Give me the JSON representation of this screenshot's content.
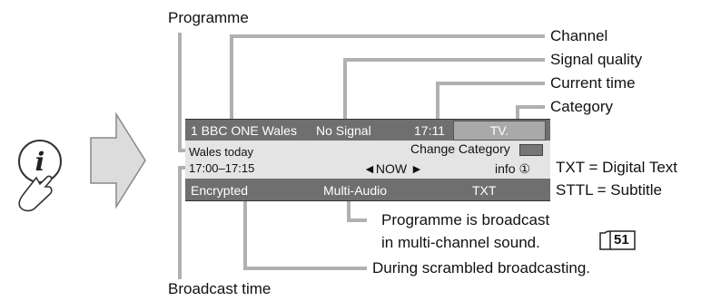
{
  "labels": {
    "programme": "Programme",
    "channel": "Channel",
    "signal_quality": "Signal quality",
    "current_time": "Current time",
    "category": "Category",
    "txt_note": "TXT   = Digital Text",
    "sttl_note": "STTL = Subtitle",
    "multi_channel_line1": "Programme is broadcast",
    "multi_channel_line2": "in multi-channel sound.",
    "page_ref": "51",
    "scrambled": "During scrambled broadcasting.",
    "broadcast_time": "Broadcast time"
  },
  "banner": {
    "channel": "1 BBC ONE Wales",
    "signal": "No Signal",
    "time": "17:11",
    "category": "TV.",
    "programme": "Wales today",
    "change_category": "Change Category",
    "broadcast_time": "17:00–17:15",
    "now": "◄NOW ►",
    "info": "info ①",
    "encrypted": "Encrypted",
    "multi_audio": "Multi-Audio",
    "txt": "TXT"
  },
  "icons": {
    "info_button": "info-hand-icon",
    "arrow": "right-arrow-icon"
  },
  "colors": {
    "bar_dark": "#6f6f6f",
    "bar_light": "#e4e4e4",
    "leader_line": "#b0b0b0"
  }
}
